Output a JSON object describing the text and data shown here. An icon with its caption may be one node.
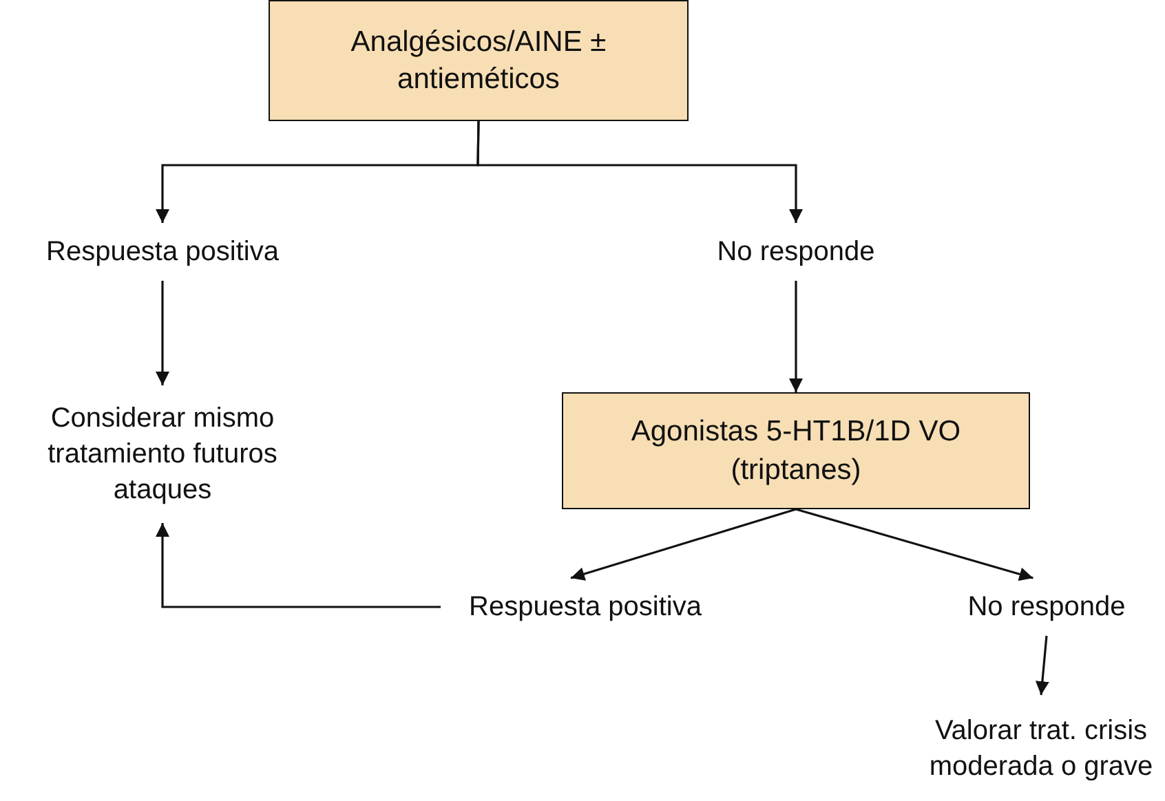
{
  "diagram": {
    "nodes": [
      {
        "text": [
          "Analgésicos/AINE ± antieméticos"
        ]
      },
      {
        "text": [
          "Respuesta positiva"
        ]
      },
      {
        "text": [
          "No responde"
        ]
      },
      {
        "text": [
          "Considerar mismo tratamiento futuros ataques"
        ]
      },
      {
        "text": [
          "Agonistas 5-HT1B/1D VO (triptanes)"
        ]
      },
      {
        "text": [
          "Respuesta positiva"
        ]
      },
      {
        "text": [
          "No responde"
        ]
      },
      {
        "text": [
          "Valorar trat. crisis moderada o grave"
        ]
      }
    ],
    "edges": [
      {
        "from": 0,
        "to": 1,
        "arrow": "to"
      },
      {
        "from": 0,
        "to": 2,
        "arrow": "to"
      },
      {
        "from": 1,
        "to": 3,
        "arrow": "to"
      },
      {
        "from": 2,
        "to": 4,
        "arrow": "to"
      },
      {
        "from": 4,
        "to": 5,
        "arrow": "to"
      },
      {
        "from": 4,
        "to": 6,
        "arrow": "to"
      },
      {
        "from": 5,
        "to": 3,
        "arrow": "to"
      },
      {
        "from": 6,
        "to": 7,
        "arrow": "to"
      }
    ]
  }
}
